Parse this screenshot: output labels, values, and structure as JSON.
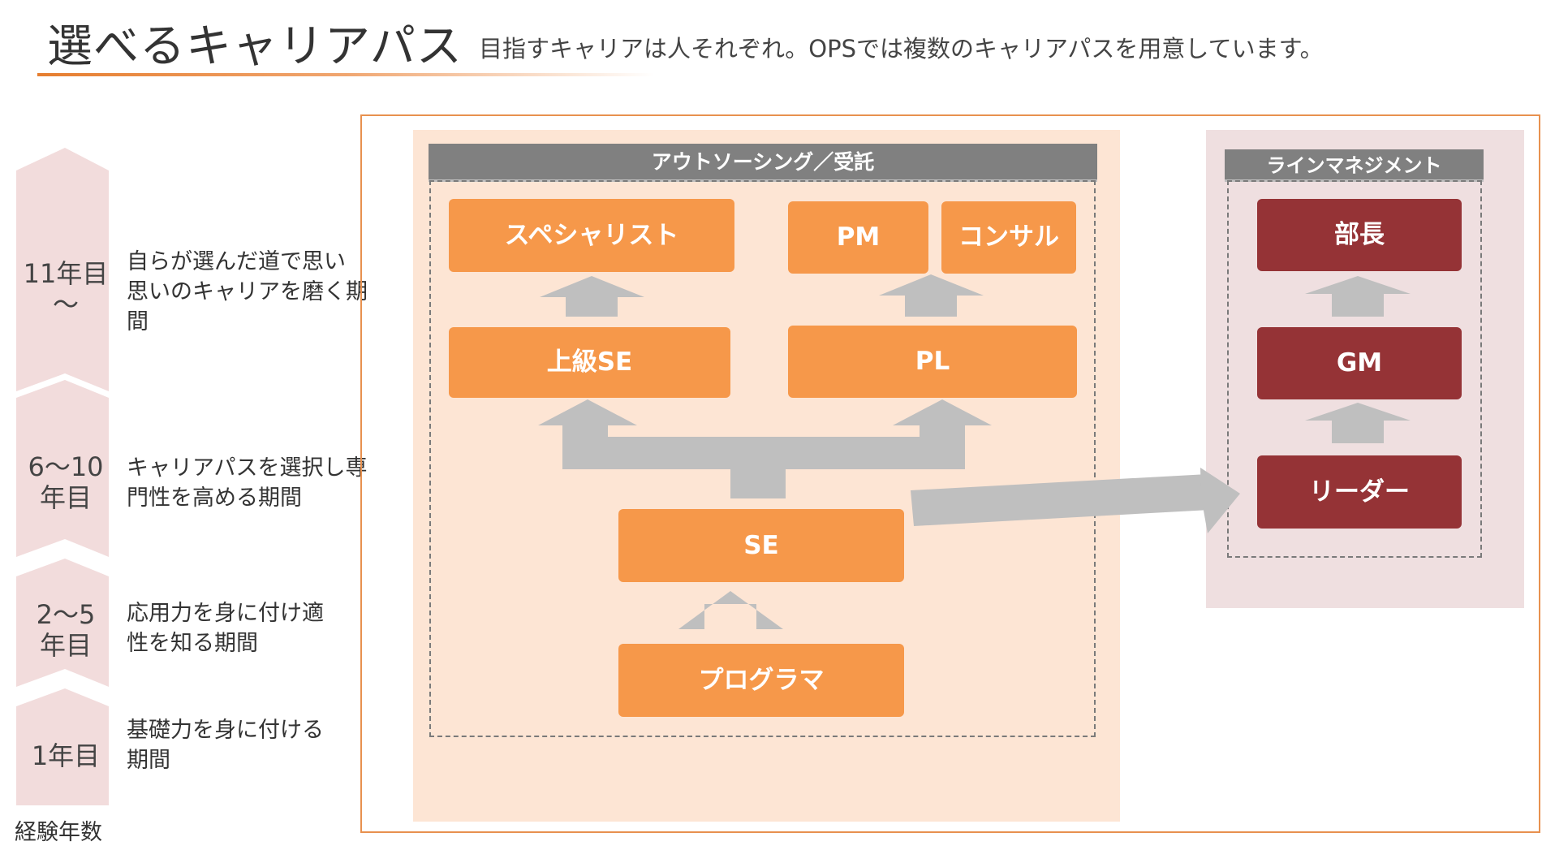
{
  "header": {
    "title": "選べるキャリアパス",
    "subtitle": "目指すキャリアは人それぞれ。OPSでは複数のキャリアパスを用意しています。",
    "accent_color": "#e67e2f"
  },
  "experience": {
    "caption": "経験年数",
    "stages": [
      {
        "label": "11年目\n〜",
        "description": "自らが選んだ道で思い\n思いのキャリアを磨く期間"
      },
      {
        "label": "6〜10\n年目",
        "description": "キャリアパスを選択し専\n門性を高める期間"
      },
      {
        "label": "2〜5\n年目",
        "description": "応用力を身に付け適\n性を知る期間"
      },
      {
        "label": "1年目",
        "description": "基礎力を身に付ける\n期間"
      }
    ]
  },
  "outsourcing": {
    "header": "アウトソーシング／受託",
    "roles": {
      "specialist": "スペシャリスト",
      "pm": "PM",
      "consultant": "コンサル",
      "senior_se": "上級SE",
      "pl": "PL",
      "se": "SE",
      "programmer": "プログラマ"
    },
    "color": "#f6984a"
  },
  "line_management": {
    "header": "ラインマネジメント",
    "roles": {
      "department_head": "部長",
      "gm": "GM",
      "leader": "リーダー"
    },
    "color": "#953336"
  },
  "colors": {
    "arrow": "#bfbfbf",
    "stage_band": "#f2dcdc",
    "frame": "#e8914f"
  }
}
